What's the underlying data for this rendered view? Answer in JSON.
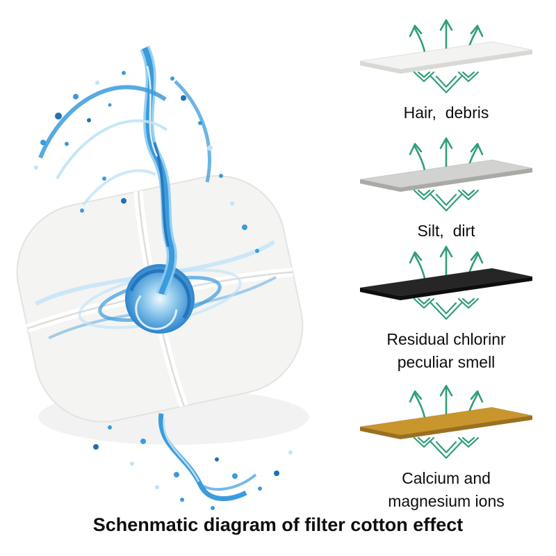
{
  "title": "Schenmatic diagram of filter cotton effect",
  "layers": [
    {
      "label": "Hair,  debris",
      "sheet_color": "#f3f3f1",
      "sheet_edge": "#d8d8d5"
    },
    {
      "label": "Silt,  dirt",
      "sheet_color": "#d2d2d0",
      "sheet_edge": "#a9a9a6"
    },
    {
      "label": "Residual chlorinr\npeculiar smell",
      "sheet_color": "#262626",
      "sheet_edge": "#0e0e0e"
    },
    {
      "label": "Calcium and\nmagnesium ions",
      "sheet_color": "#c9962e",
      "sheet_edge": "#9a701f"
    }
  ],
  "colors": {
    "arrow_green": "#2f9e77",
    "water_blue": "#3b9bdc",
    "water_blue_dark": "#1f6fb8",
    "water_blue_light": "#bfe3f8",
    "pad_white": "#f4f4f3",
    "label_color": "#0d0d0d",
    "title_color": "#0d0d0d"
  }
}
